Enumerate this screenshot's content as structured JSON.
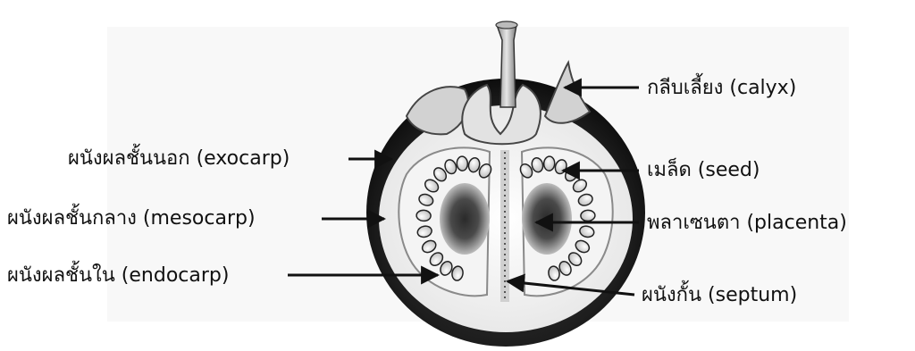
{
  "labels": {
    "calyx": "กลีบเลี้ยง (calyx)",
    "exocarp": "ผนังผลชั้นนอก (exocarp)",
    "seed": "เมล็ด (seed)",
    "mesocarp": "ผนังผลชั้นกลาง (mesocarp)",
    "placenta": "พลาเซนตา (placenta)",
    "endocarp": "ผนังผลชั้นใน (endocarp)",
    "septum": "ผนังกั้น (septum)"
  }
}
